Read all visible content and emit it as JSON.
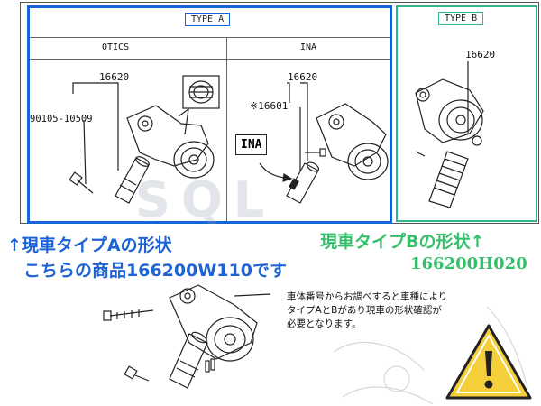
{
  "type_a": {
    "tag": "TYPE A",
    "col_left_header": "OTICS",
    "col_right_header": "INA",
    "left_part_number": "16620",
    "left_bolt_number": "90105-10509",
    "right_part_number": "16620",
    "right_sub_number": "※16601",
    "ina_label": "INA"
  },
  "type_b": {
    "tag": "TYPE B",
    "part_number": "16620"
  },
  "watermark": "SQL",
  "caption_a": {
    "line1": "↑現車タイプAの形状",
    "line2": "こちらの商品166200W110です"
  },
  "caption_b": {
    "line1": "現車タイプBの形状↑",
    "line2": "166200H020"
  },
  "note": {
    "line1": "車体番号からお調べすると車種により",
    "line2": "タイプAとBがあり現車の形状確認が",
    "line3": "必要となります。"
  },
  "icons": [
    "warning-icon"
  ],
  "colors": {
    "type_a_border": "#1565d8",
    "type_b_border": "#31b88c",
    "caption_blue": "#1e63d6",
    "caption_green": "#35bf6a",
    "warning_fill": "#f4cf3a"
  }
}
